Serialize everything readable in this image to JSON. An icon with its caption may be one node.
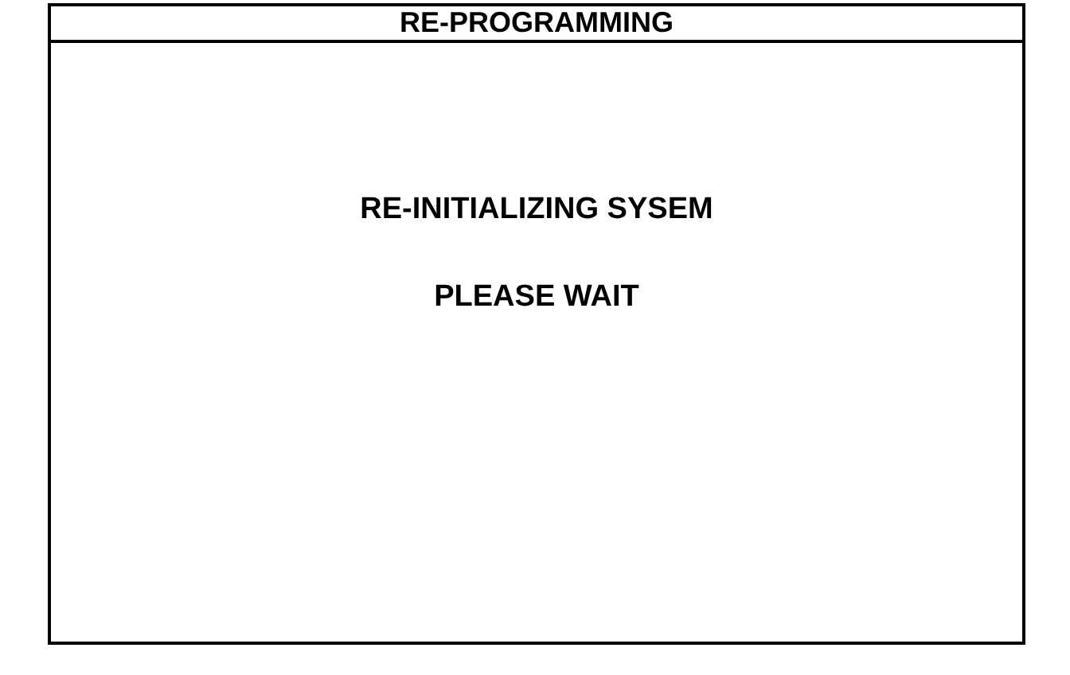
{
  "diagram": {
    "nodes": [
      {
        "text": [
          "RE-PROGRAMMING",
          "RE-INITIALIZING SYSEM",
          "PLEASE WAIT"
        ]
      }
    ]
  }
}
